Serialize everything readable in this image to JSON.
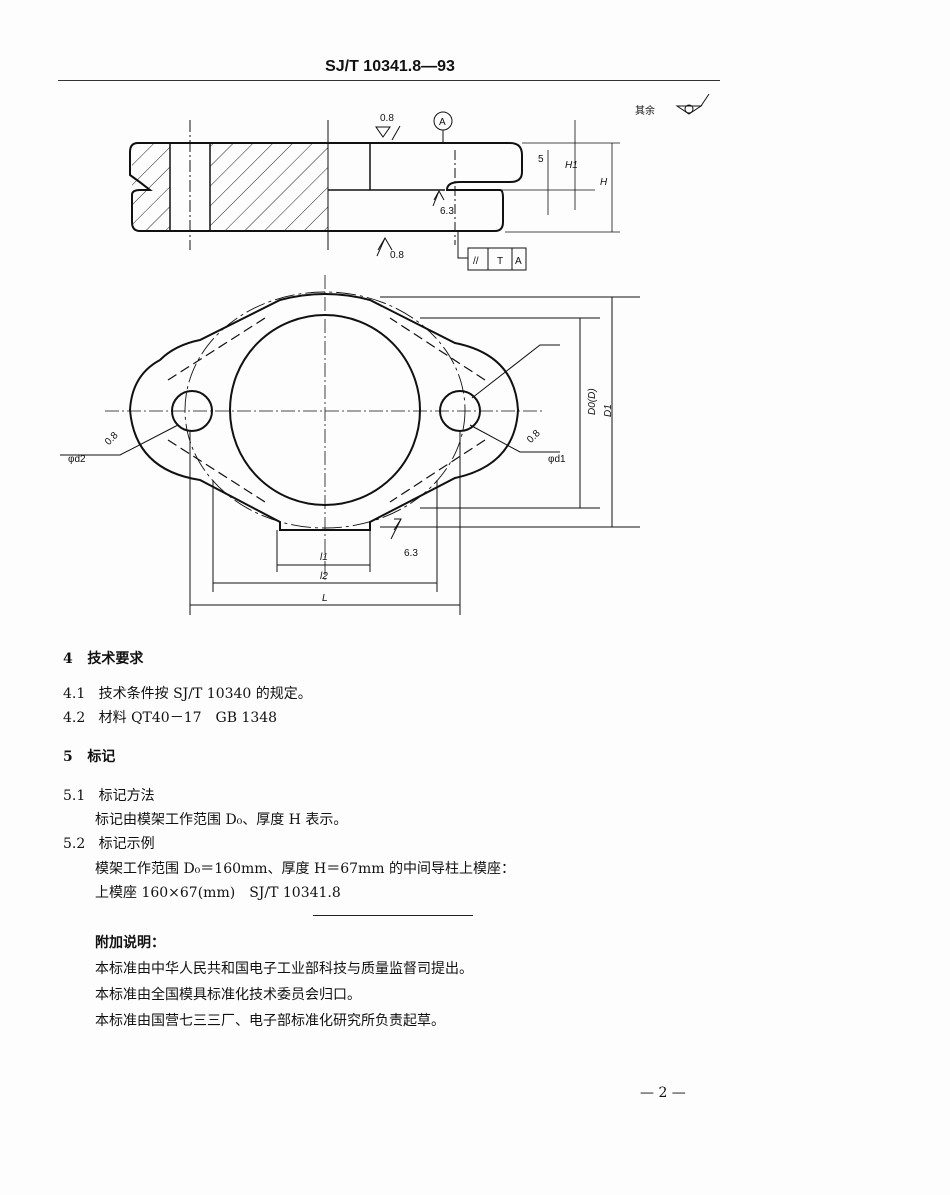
{
  "header": {
    "doc_code": "SJ/T 10341.8—93"
  },
  "drawing": {
    "roughness_other_label": "其余",
    "labels": {
      "r_top": "0.8",
      "r_bottom": "0.8",
      "r_step": "6.3",
      "r_boss": "6.3",
      "r_left_hole": "0.8",
      "r_right_hole": "0.8",
      "datum": "A",
      "dim_5": "5",
      "dim_H1": "H1",
      "dim_H": "H",
      "dim_D0": "D0(D)",
      "dim_D1": "D1",
      "dim_l1": "l1",
      "dim_l2": "l2",
      "dim_L": "L",
      "phi_d2": "φd2",
      "phi_d1": "φd1",
      "tol_symbol": "//",
      "tol_value": "T",
      "tol_datum": "A"
    }
  },
  "sections": [
    {
      "num": "4",
      "title": "技术要求"
    },
    {
      "num": "4.1",
      "text": "技术条件按 SJ/T 10340 的规定。"
    },
    {
      "num": "4.2",
      "text": "材料 QT40－17　GB 1348"
    },
    {
      "num": "5",
      "title": "标记"
    },
    {
      "num": "5.1",
      "title": "标记方法"
    },
    {
      "text": "标记由模架工作范围 D₀、厚度 H 表示。"
    },
    {
      "num": "5.2",
      "title": "标记示例"
    },
    {
      "text": "模架工作范围 D₀＝160mm、厚度 H＝67mm 的中间导柱上模座："
    },
    {
      "text": "上模座 160×67(mm)　SJ/T 10341.8"
    }
  ],
  "appendix": {
    "title": "附加说明：",
    "lines": [
      "本标准由中华人民共和国电子工业部科技与质量监督司提出。",
      "本标准由全国模具标准化技术委员会归口。",
      "本标准由国营七三三厂、电子部标准化研究所负责起草。"
    ]
  },
  "footer": {
    "page": "— 2 —"
  }
}
